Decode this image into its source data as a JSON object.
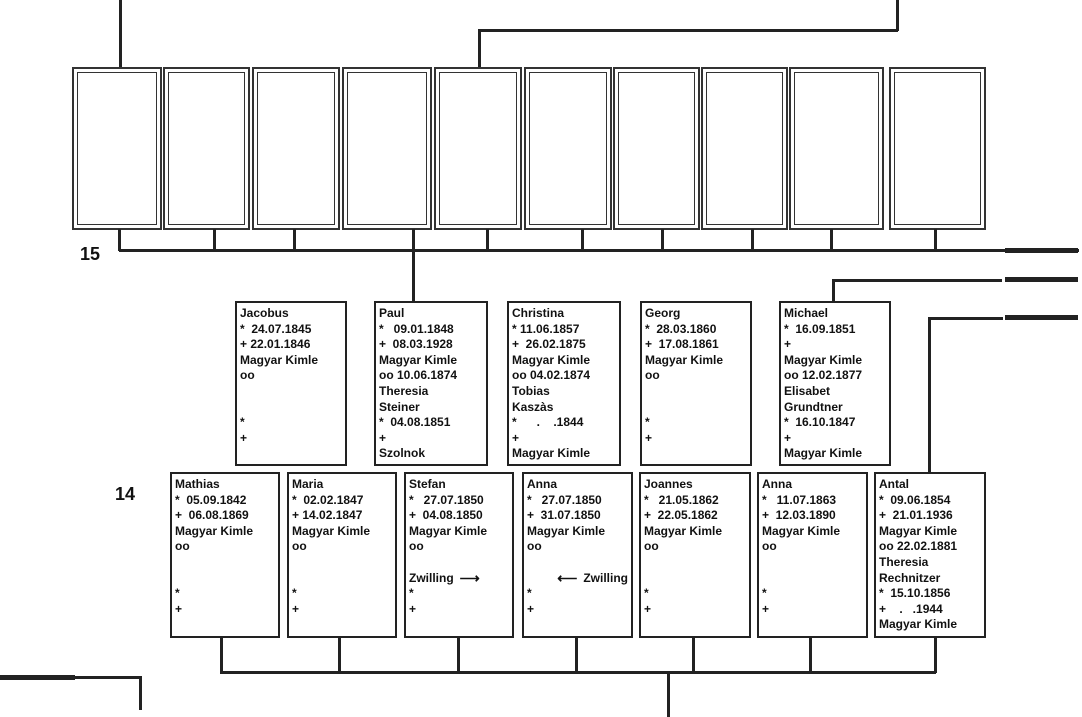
{
  "generations": {
    "upper": "15",
    "lower": "14"
  },
  "middle_row": [
    {
      "name": "Jacobus",
      "lines": [
        "*  24.07.1845",
        "+ 22.01.1846",
        "Magyar Kimle",
        "oo",
        "",
        "",
        "*",
        "+"
      ]
    },
    {
      "name": "Paul",
      "lines": [
        "*   09.01.1848",
        "+  08.03.1928",
        "Magyar Kimle",
        "oo 10.06.1874",
        "Theresia",
        "Steiner",
        "*  04.08.1851",
        "+",
        "Szolnok"
      ]
    },
    {
      "name": "Christina",
      "lines": [
        "* 11.06.1857",
        "+  26.02.1875",
        "Magyar Kimle",
        "oo 04.02.1874",
        "Tobias",
        "Kaszàs",
        "*      .    .1844",
        "+",
        "Magyar Kimle"
      ]
    },
    {
      "name": "Georg",
      "lines": [
        "*  28.03.1860",
        "+  17.08.1861",
        "Magyar Kimle",
        "oo",
        "",
        "",
        "*",
        "+"
      ]
    },
    {
      "name": "Michael",
      "lines": [
        "*  16.09.1851",
        "+",
        "Magyar Kimle",
        "oo 12.02.1877",
        "Elisabet",
        "Grundtner",
        "*  16.10.1847",
        "+",
        "Magyar Kimle"
      ]
    }
  ],
  "bottom_row": [
    {
      "name": "Mathias",
      "lines": [
        "*  05.09.1842",
        "+  06.08.1869",
        "Magyar Kimle",
        "oo",
        "",
        "",
        "*",
        "+"
      ]
    },
    {
      "name": "Maria",
      "lines": [
        "*  02.02.1847",
        "+ 14.02.1847",
        "Magyar Kimle",
        "oo",
        "",
        "",
        "*",
        "+"
      ]
    },
    {
      "name": "Stefan",
      "lines": [
        "*   27.07.1850",
        "+  04.08.1850",
        "Magyar Kimle",
        "oo",
        "",
        "",
        "*",
        "+"
      ],
      "twin": "Zwilling",
      "twin_dir": "right"
    },
    {
      "name": "Anna",
      "lines": [
        "*   27.07.1850",
        "+  31.07.1850",
        "Magyar Kimle",
        "oo",
        "",
        "",
        "*",
        "+"
      ],
      "twin": "Zwilling",
      "twin_dir": "left"
    },
    {
      "name": "Joannes",
      "lines": [
        "*   21.05.1862",
        "+  22.05.1862",
        "Magyar Kimle",
        "oo",
        "",
        "",
        "*",
        "+"
      ]
    },
    {
      "name": "Anna",
      "lines": [
        "*   11.07.1863",
        "+  12.03.1890",
        "Magyar Kimle",
        "oo",
        "",
        "",
        "*",
        "+"
      ]
    },
    {
      "name": "Antal",
      "lines": [
        "*  09.06.1854",
        "+  21.01.1936",
        "Magyar Kimle",
        "oo 22.02.1881",
        "Theresia",
        "Rechnitzer",
        "*  15.10.1856",
        "+    .   .1944",
        "Magyar Kimle"
      ]
    }
  ]
}
